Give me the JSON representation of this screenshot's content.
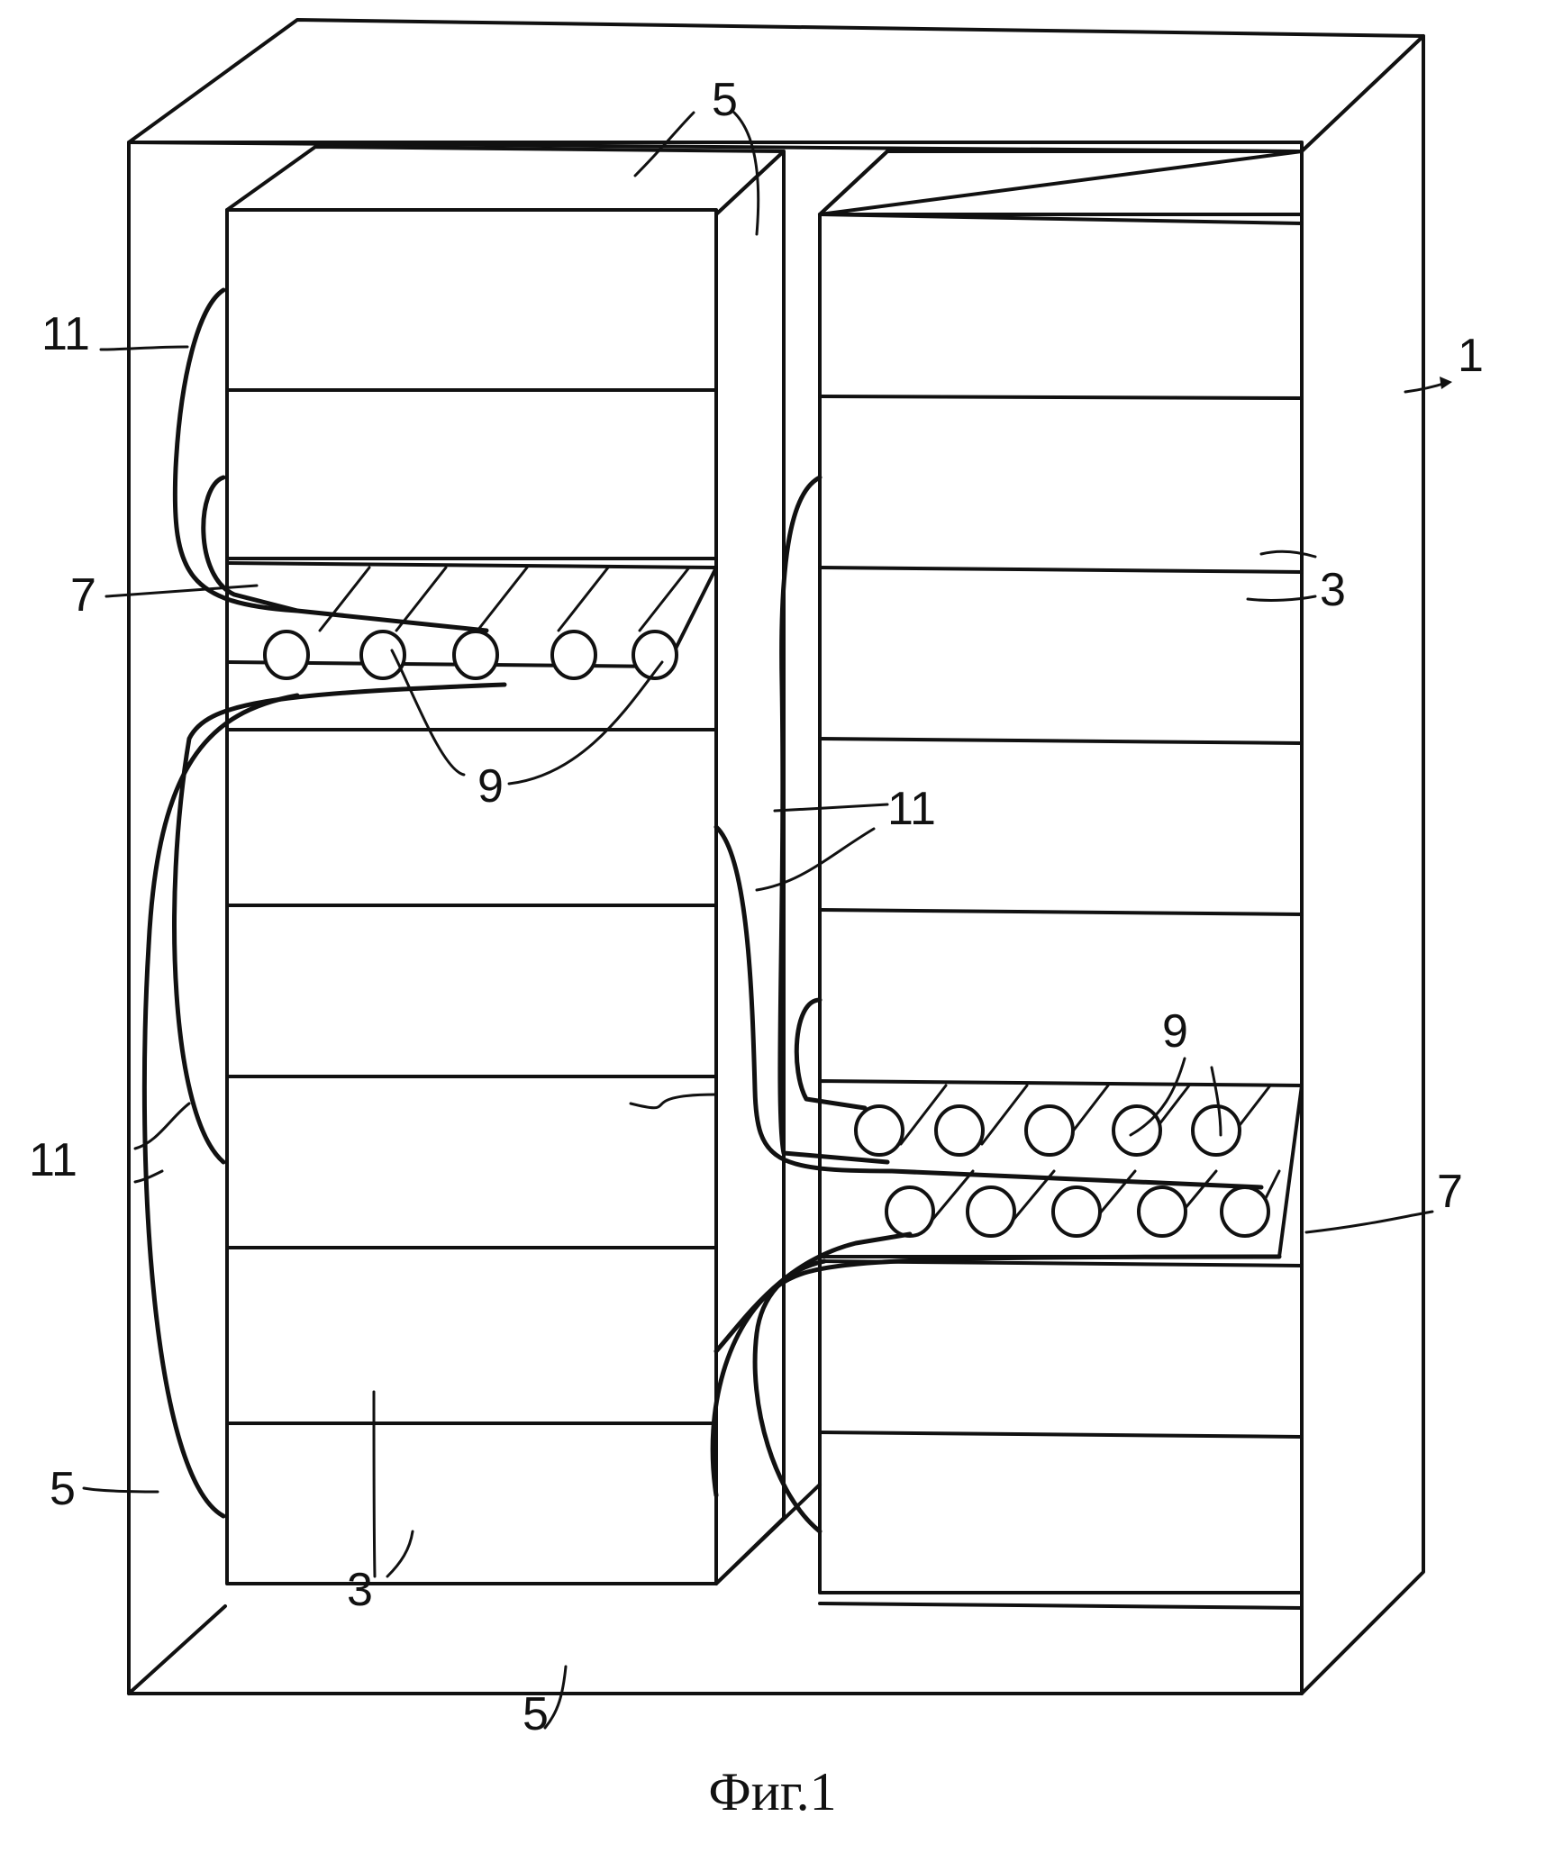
{
  "figure": {
    "caption": "Фиг.1",
    "labels": {
      "frame": "1",
      "equipment": "3",
      "panel": "5",
      "tray": "7",
      "connector": "9",
      "cable": "11"
    }
  }
}
